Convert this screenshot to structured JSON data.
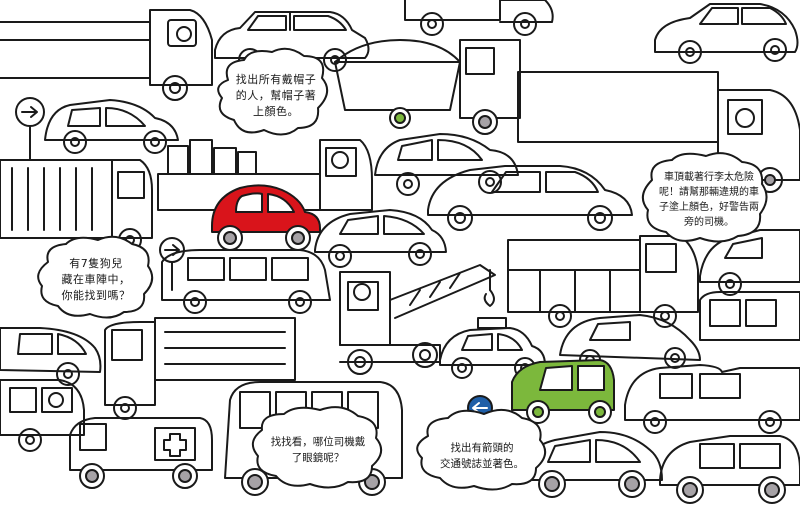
{
  "bubbles": {
    "hats": [
      "找出所有戴帽子",
      "的人，幫帽子著",
      "上顏色。"
    ],
    "roof_luggage": [
      "車頂載著行李太危險",
      "呢！請幫那輛違規的車",
      "子塗上顏色，好警告兩",
      "旁的司機。"
    ],
    "dogs": [
      "有7隻狗兒",
      "藏在車陣中，",
      "你能找到嗎？"
    ],
    "glasses": [
      "找找看，哪位司機戴",
      "了眼鏡呢？"
    ],
    "arrow_sign": [
      "找出有箭頭的",
      "交通號誌並著色。"
    ]
  },
  "colors": {
    "red_car": "#d9141b",
    "green_car": "#7cb83c",
    "wheel_hub": "#a6a2a6",
    "green_hub": "#7cb83c",
    "sign_blue": "#1f5fa8",
    "line": "#1a1a1a"
  },
  "icons": {
    "red_car": "beetle-car",
    "green_car": "hatchback-car",
    "sign_right": "arrow-right-sign",
    "sign_blue": "arrow-left-blue-sign",
    "ambulance_cross": "cross-icon"
  }
}
